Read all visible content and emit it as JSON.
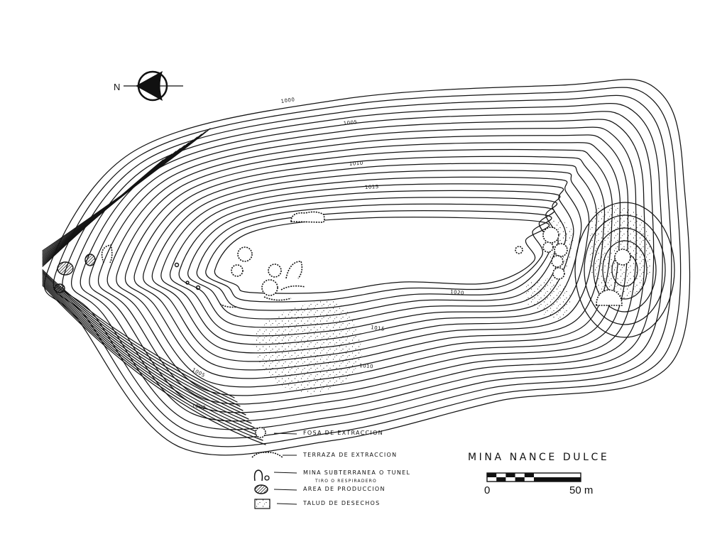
{
  "map": {
    "title": "MINA NANCE DULCE",
    "north_label": "N",
    "scale": {
      "start_label": "0",
      "end_label": "50 m"
    },
    "contour_labels": [
      "1000",
      "1005",
      "1010",
      "1015",
      "1020",
      "1015",
      "1010",
      "1005",
      "1000"
    ],
    "legend": [
      {
        "symbol": "fosa-symbol",
        "label": "FOSA DE EXTRACCION"
      },
      {
        "symbol": "terraza-symbol",
        "label": "TERRAZA DE EXTRACCION"
      },
      {
        "symbol": "tunel-symbol",
        "label": "MINA SUBTERRANEA O TUNEL",
        "sublabel": "TIRO O RESPIRADERO"
      },
      {
        "symbol": "produccion-symbol",
        "label": "AREA DE PRODUCCION"
      },
      {
        "symbol": "talud-symbol",
        "label": "TALUD DE DESECHOS"
      }
    ]
  }
}
